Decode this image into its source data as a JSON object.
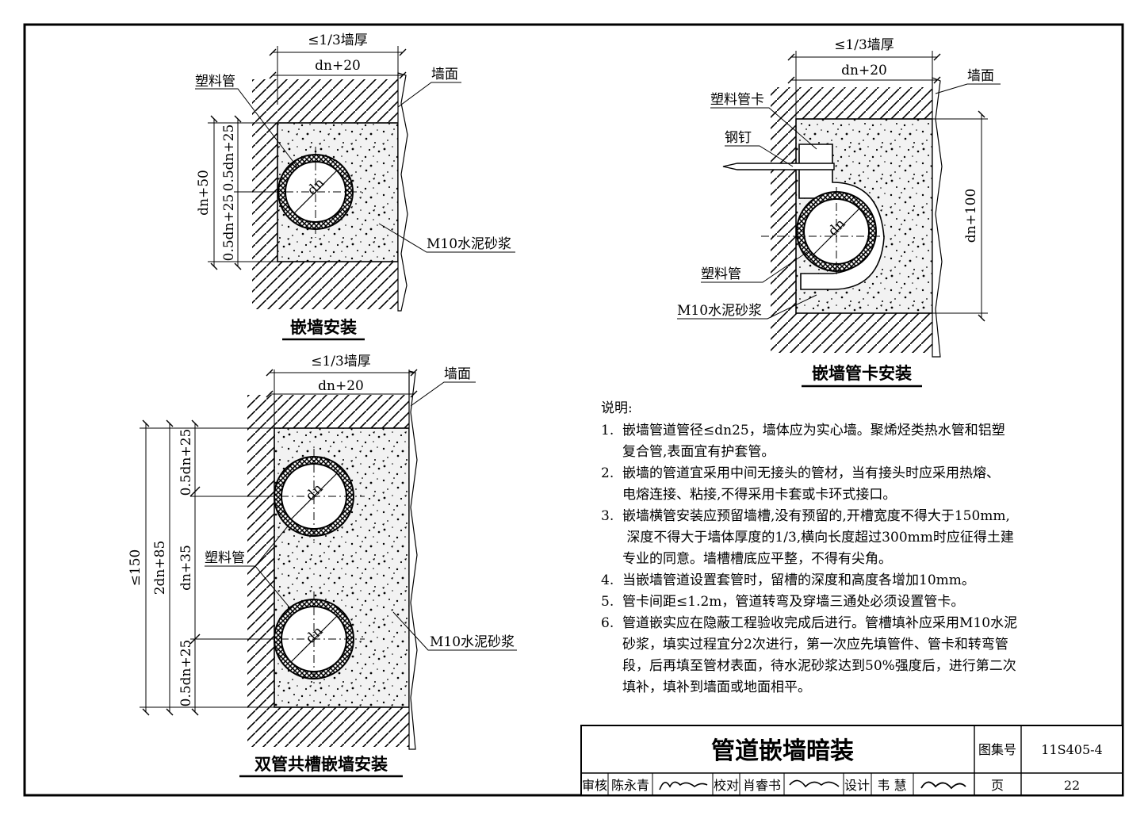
{
  "drawings": {
    "single": {
      "title": "嵌墙安装",
      "dim_top": "≤1/3墙厚",
      "dim_width": "dn+20",
      "dim_total_height": "dn+50",
      "dim_upper": "0.5dn+25",
      "dim_lower": "0.5dn+25",
      "pipe_label": "塑料管",
      "wall_label": "墙面",
      "mortar_label": "M10水泥砂浆",
      "pipe_dia": "dn"
    },
    "clip": {
      "title": "嵌墙管卡安装",
      "dim_top": "≤1/3墙厚",
      "dim_width": "dn+20",
      "dim_height": "dn+100",
      "clip_label": "塑料管卡",
      "nail_label": "钢钉",
      "pipe_label": "塑料管",
      "wall_label": "墙面",
      "mortar_label": "M10水泥砂浆",
      "pipe_dia": "dn"
    },
    "double": {
      "title": "双管共槽嵌墙安装",
      "dim_top": "≤1/3墙厚",
      "dim_width": "dn+20",
      "dim_overall": "≤150",
      "dim_total": "2dn+85",
      "dim_upper": "0.5dn+25",
      "dim_middle": "dn+35",
      "dim_lower": "0.5dn+25",
      "pipe_label": "塑料管",
      "wall_label": "墙面",
      "mortar_label": "M10水泥砂浆",
      "pipe_dia": "dn"
    }
  },
  "notes": {
    "heading": "说明:",
    "lines": [
      "1.  嵌墙管道管径≤dn25，墙体应为实心墙。聚烯烃类热水管和铝塑",
      "     复合管,表面宜有护套管。",
      "2.  嵌墙的管道宜采用中间无接头的管材，当有接头时应采用热熔、",
      "     电熔连接、粘接,不得采用卡套或卡环式接口。",
      "3.  嵌墙横管安装应预留墙槽,没有预留的,开槽宽度不得大于150mm,",
      "      深度不得大于墙体厚度的1/3,横向长度超过300mm时应征得土建",
      "     专业的同意。墙槽槽底应平整，不得有尖角。",
      "4.  当嵌墙管道设置套管时，留槽的深度和高度各增加10mm。",
      "5.  管卡间距≤1.2m，管道转弯及穿墙三通处必须设置管卡。",
      "6.  管道嵌实应在隐蔽工程验收完成后进行。管槽填补应采用M10水泥",
      "     砂浆，填实过程宜分2次进行，第一次应先填管件、管卡和转弯管",
      "     段，后再填至管材表面，待水泥砂浆达到50%强度后，进行第二次",
      "     填补，填补到墙面或地面相平。"
    ]
  },
  "title_block": {
    "drawing_title": "管道嵌墙暗装",
    "atlas_label": "图集号",
    "atlas_no": "11S405-4",
    "page_label": "页",
    "page_no": "22",
    "review_label": "审核",
    "reviewer": "陈永青",
    "check_label": "校对",
    "checker": "肖睿书",
    "design_label": "设计",
    "designer": "韦 慧"
  }
}
